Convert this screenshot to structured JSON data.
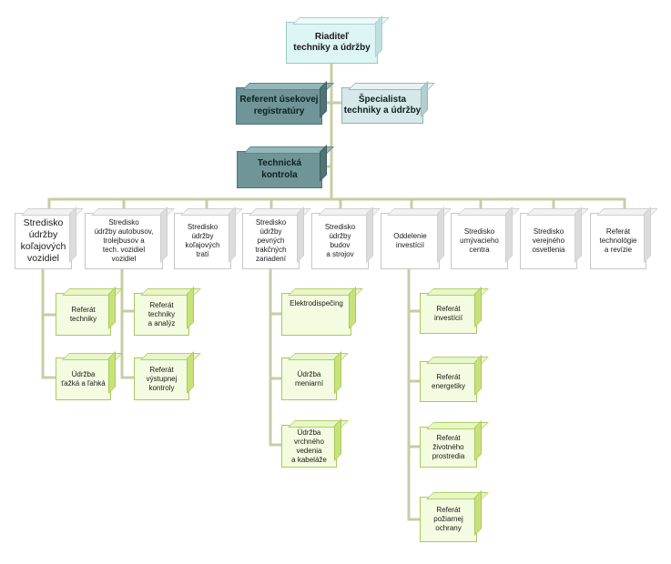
{
  "top": {
    "label": "Riaditeľ\ntechniky a údržby"
  },
  "staff": {
    "referent": "Referent úsekovej\nregistratúry",
    "specialista": "Špecialista\ntechniky a údržby",
    "kontrola": "Technická\nkontrola"
  },
  "departments": [
    {
      "label": "Stredisko\núdržby\nkoľajových\nvozidiel"
    },
    {
      "label": "Stredisko\núdržby autobusov,\ntrolejbusov a\ntech. vozidiel\nvozidiel"
    },
    {
      "label": "Stredisko\núdržby\nkoľajových\ntratí"
    },
    {
      "label": "Stredisko\núdržby\npevných\ntrakčných\nzariadení"
    },
    {
      "label": "Stredisko\núdržby\nbudov\na strojov"
    },
    {
      "label": "Oddelenie\ninvestícií"
    },
    {
      "label": "Stredisko\numývacieho\ncentra"
    },
    {
      "label": "Stredisko\nverejného\nosvetlenia"
    },
    {
      "label": "Referát\ntechnológie\na revízie"
    }
  ],
  "sub_units": {
    "dept1": [
      "Referát\ntechniky",
      "Údržba\nťažká a ľahká"
    ],
    "dept2": [
      "Referát\ntechniky\na analýz",
      "Referát\nvýstupnej\nkontroly"
    ],
    "dept4": [
      "Elektrodispečing",
      "Údržba\nmeniarní",
      "Údržba\nvrchného\nvedenia\na kabeláže"
    ],
    "dept6": [
      "Referát\ninvestícií",
      "Referát\nenergetiky",
      "Referát\nživotného\nprostredia",
      "Referát\npožiarnej\nochrany"
    ]
  }
}
